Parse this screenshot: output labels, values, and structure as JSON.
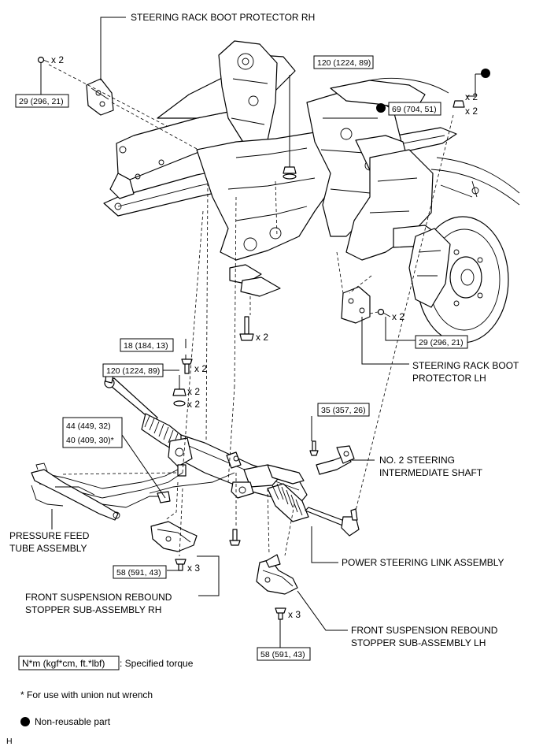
{
  "labels": {
    "boot_rh": "STEERING RACK BOOT PROTECTOR RH",
    "boot_lh_1": "STEERING RACK BOOT",
    "boot_lh_2": "PROTECTOR LH",
    "shaft_1": "NO. 2 STEERING",
    "shaft_2": "INTERMEDIATE SHAFT",
    "pressure_1": "PRESSURE FEED",
    "pressure_2": "TUBE ASSEMBLY",
    "link": "POWER STEERING LINK ASSEMBLY",
    "stopper_rh_1": "FRONT SUSPENSION REBOUND",
    "stopper_rh_2": "STOPPER SUB-ASSEMBLY RH",
    "stopper_lh_1": "FRONT SUSPENSION REBOUND",
    "stopper_lh_2": "STOPPER SUB-ASSEMBLY LH"
  },
  "torques": {
    "t1": "29 (296, 21)",
    "t2": "120 (1224, 89)",
    "t3": "69 (704, 51)",
    "t4": "29 (296, 21)",
    "t5": "18 (184, 13)",
    "t6": "120 (1224, 89)",
    "t7a": "44 (449, 32)",
    "t7b": "40 (409, 30)*",
    "t8": "35 (357, 26)",
    "t9": "58 (591, 43)",
    "t10": "58 (591, 43)"
  },
  "quantities": {
    "q1": "x 2",
    "q2": "x 2",
    "q3": "x 2",
    "q4": "x 2",
    "q5": "x 2",
    "q6": "x 2",
    "q7": "x 2",
    "q8": "x 2",
    "q9": "x 3",
    "q10": "x 3"
  },
  "legend": {
    "torque_box": "N*m (kgf*cm, ft.*lbf)",
    "torque_desc": ": Specified torque",
    "union_note": "* For use with union nut wrench",
    "nonreusable": "Non-reusable part"
  },
  "corner_mark": "H"
}
